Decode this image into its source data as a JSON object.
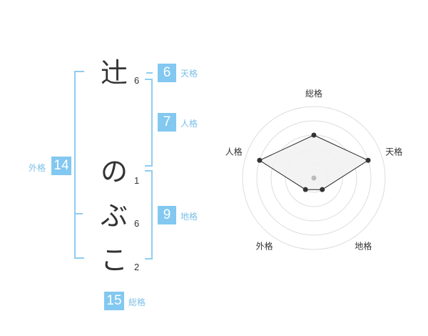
{
  "name": {
    "characters": [
      {
        "char": "辻",
        "strokes": "6"
      },
      {
        "char": "の",
        "strokes": "1"
      },
      {
        "char": "ぶ",
        "strokes": "6"
      },
      {
        "char": "こ",
        "strokes": "2"
      }
    ]
  },
  "fortunes": {
    "tenkaku": {
      "label": "天格",
      "value": "6"
    },
    "jinkaku": {
      "label": "人格",
      "value": "7"
    },
    "chikaku": {
      "label": "地格",
      "value": "9"
    },
    "gaikaku": {
      "label": "外格",
      "value": "14"
    },
    "soukaku": {
      "label": "総格",
      "value": "15"
    }
  },
  "chart_data": {
    "type": "radar",
    "axes": [
      "総格",
      "天格",
      "地格",
      "外格",
      "人格"
    ],
    "values": [
      3,
      4,
      1,
      1,
      4
    ],
    "max": 5,
    "rings": 5,
    "colors": {
      "fill": "#f2f2f2",
      "stroke": "#222222",
      "ring": "#dddddd",
      "dot": "#333333",
      "center": "#bbbbbb"
    }
  }
}
